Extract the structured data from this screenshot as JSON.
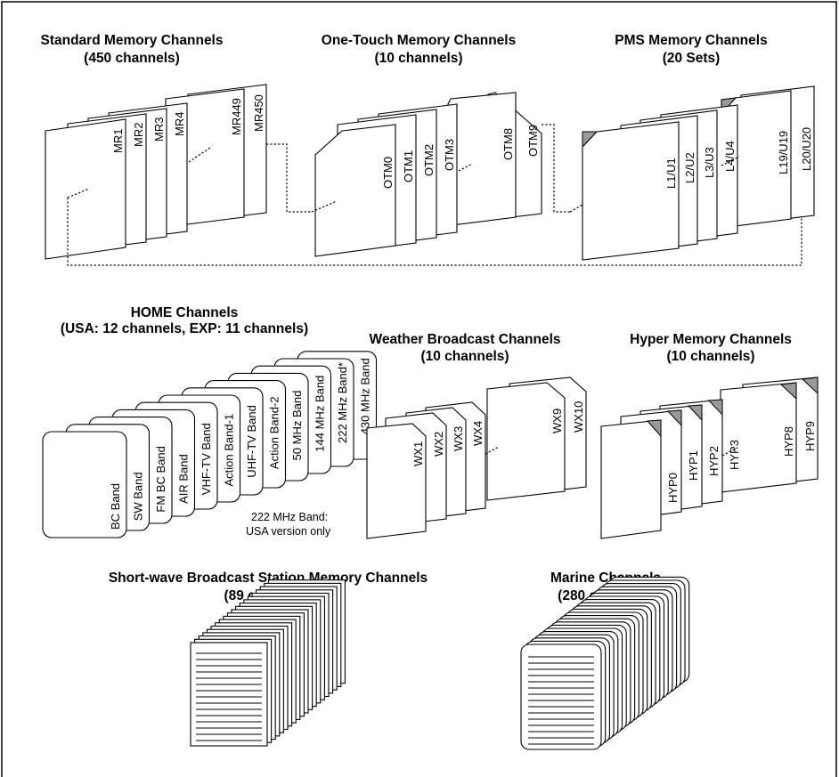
{
  "groups": {
    "standard": {
      "title1": "Standard Memory Channels",
      "title2": "(450 channels)",
      "labels": [
        "MR1",
        "MR2",
        "MR3",
        "MR4",
        "MR449",
        "MR450"
      ]
    },
    "onetouch": {
      "title1": "One-Touch Memory Channels",
      "title2": "(10 channels)",
      "labels": [
        "OTM0",
        "OTM1",
        "OTM2",
        "OTM3",
        "OTM8",
        "OTM9"
      ]
    },
    "pms": {
      "title1": "PMS Memory Channels",
      "title2": "(20 Sets)",
      "labels": [
        "L1/U1",
        "L2/U2",
        "L3/U3",
        "L4/U4",
        "L19/U19",
        "L20/U20"
      ]
    },
    "home": {
      "title1": "HOME Channels",
      "title2": "(USA: 12 channels, EXP: 11 channels)",
      "labels": [
        "BC Band",
        "SW Band",
        "FM BC Band",
        "AIR Band",
        "VHF-TV Band",
        "Action Band-1",
        "UHF-TV Band",
        "Action Band-2",
        "50 MHz Band",
        "144 MHz Band",
        "222 MHz Band*",
        "430 MHz Band"
      ],
      "note1": "222 MHz Band:",
      "note2": "USA version only"
    },
    "weather": {
      "title1": "Weather Broadcast Channels",
      "title2": "(10 channels)",
      "labels": [
        "WX1",
        "WX2",
        "WX3",
        "WX4",
        "WX9",
        "WX10"
      ]
    },
    "hyper": {
      "title1": "Hyper Memory Channels",
      "title2": "(10 channels)",
      "labels": [
        "HYP0",
        "HYP1",
        "HYP2",
        "HYP3",
        "HYP8",
        "HYP9"
      ]
    },
    "shortwave": {
      "title1": "Short-wave Broadcast Station Memory Channels",
      "title2": "(89 channels)"
    },
    "marine": {
      "title1": "Marine Channels",
      "title2": "(280 channels)"
    }
  }
}
